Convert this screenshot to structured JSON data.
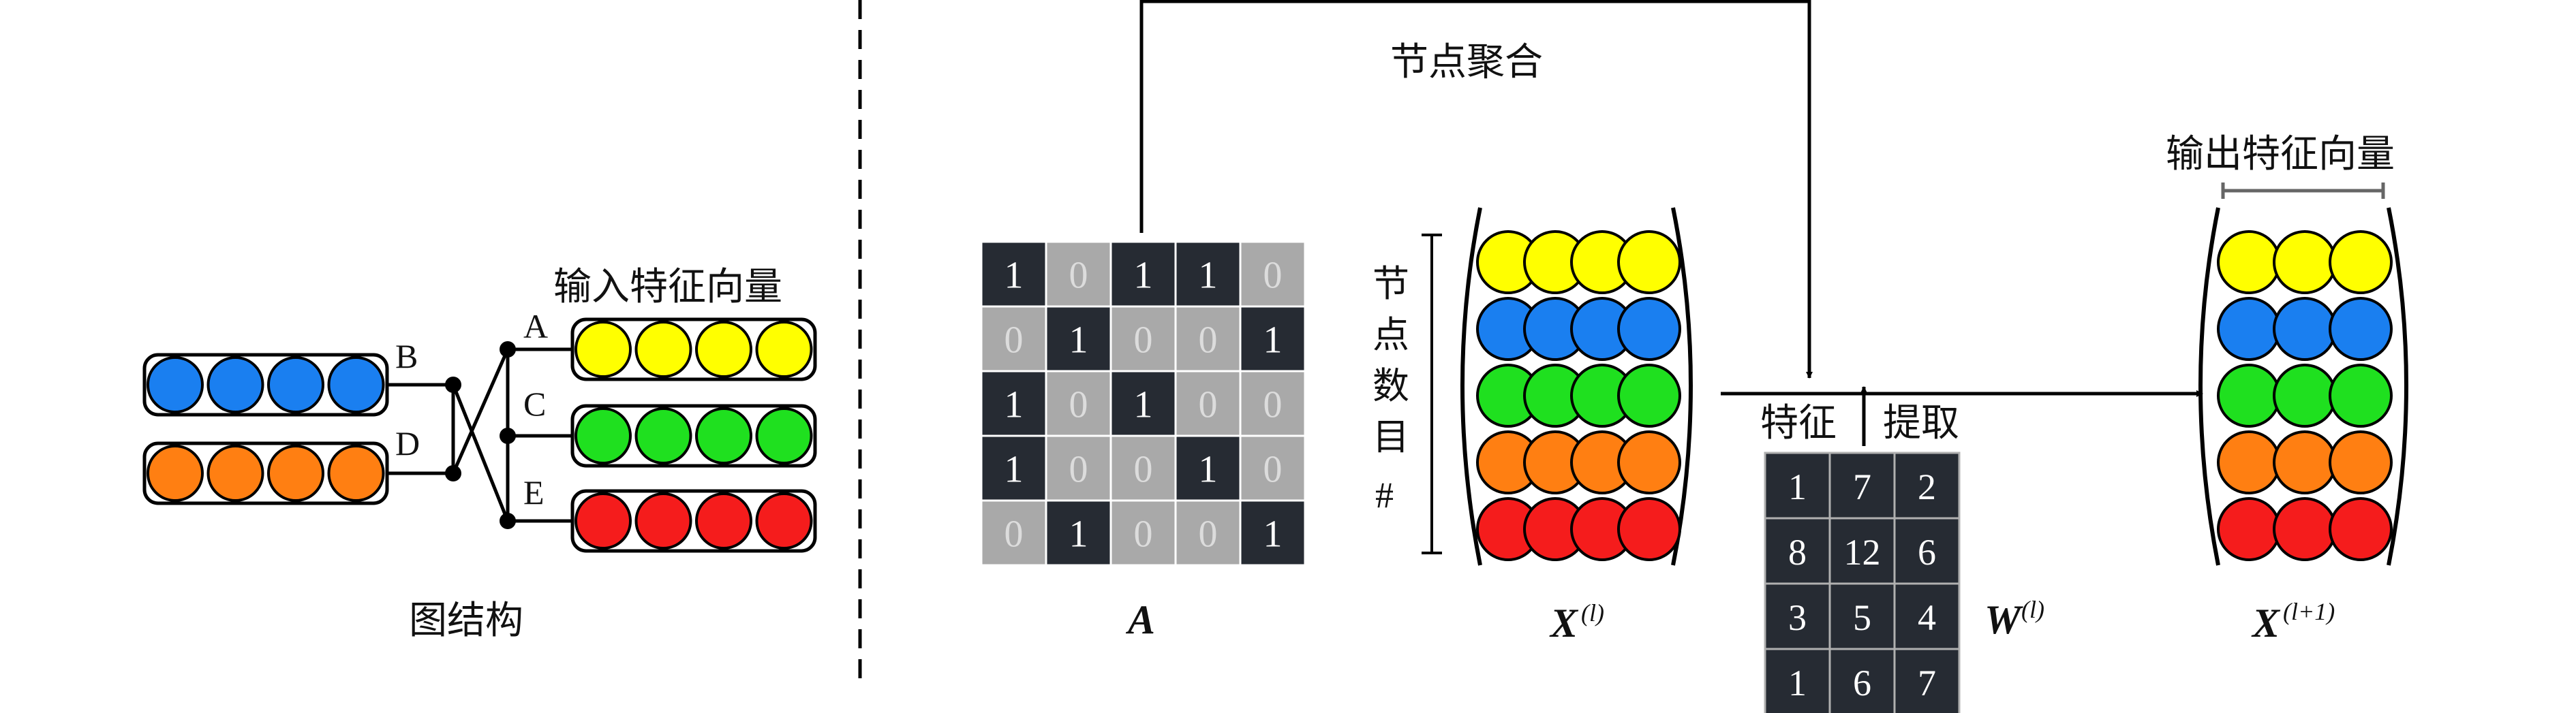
{
  "colors": {
    "yellow": "#ffff00",
    "blue": "#1a7ff0",
    "green": "#1fe01f",
    "orange": "#ff7f12",
    "red": "#f51c1c",
    "dark_cell": "#262b33",
    "light_cell": "#a9a9a9",
    "line": "#000000"
  },
  "left": {
    "title": "图结构",
    "feature_label": "输入特征向量",
    "node_labels": {
      "B": "B",
      "D": "D",
      "A": "A",
      "C": "C",
      "E": "E"
    }
  },
  "right": {
    "aggregation_label": "节点聚合",
    "output_label": "输出特征向量",
    "node_count_label": [
      "节",
      "点",
      "数",
      "目",
      "#"
    ],
    "extract_left": "特征",
    "extract_right": "提取",
    "adjacency": {
      "label": "A",
      "values": [
        [
          1,
          0,
          1,
          1,
          0
        ],
        [
          0,
          1,
          0,
          0,
          1
        ],
        [
          1,
          0,
          1,
          0,
          0
        ],
        [
          1,
          0,
          0,
          1,
          0
        ],
        [
          0,
          1,
          0,
          0,
          1
        ]
      ]
    },
    "feature_matrix": {
      "label": "X",
      "sup": "(l)"
    },
    "weight_matrix": {
      "label": "W",
      "sup": "(l)",
      "values": [
        [
          1,
          7,
          2
        ],
        [
          8,
          12,
          6
        ],
        [
          3,
          5,
          4
        ],
        [
          1,
          6,
          7
        ]
      ]
    },
    "output_matrix": {
      "label": "X",
      "sup": "(l+1)"
    }
  }
}
